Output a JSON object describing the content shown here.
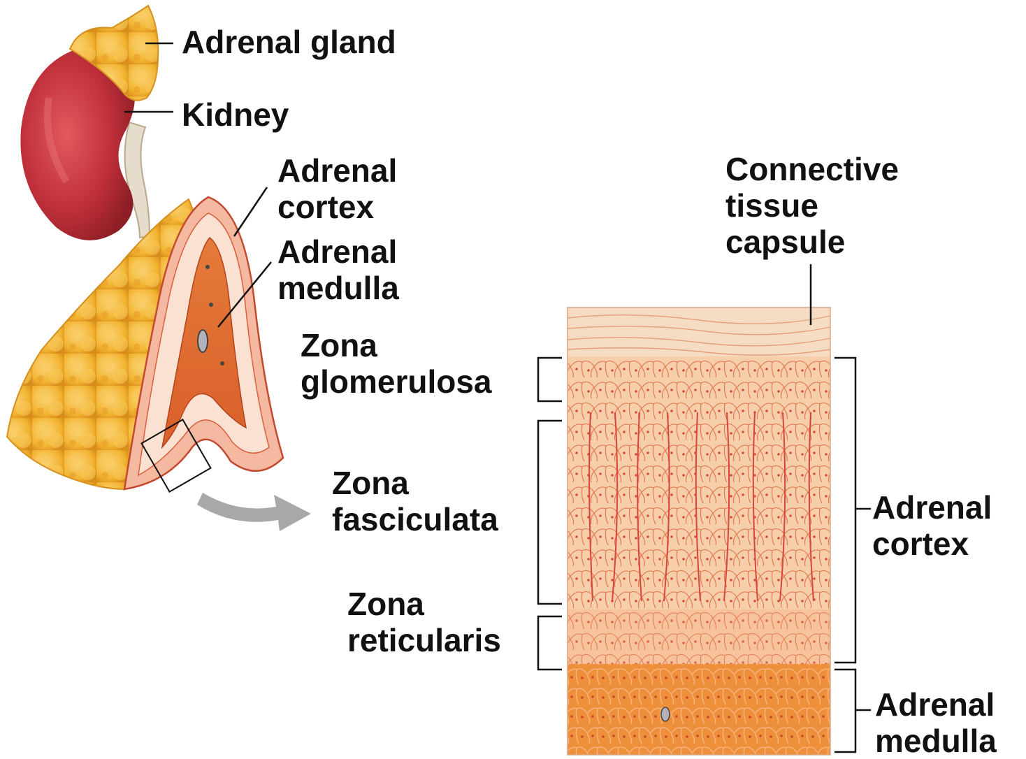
{
  "labels": {
    "adrenal_gland": "Adrenal gland",
    "kidney": "Kidney",
    "adrenal_cortex_left": [
      "Adrenal",
      "cortex"
    ],
    "adrenal_medulla_left": [
      "Adrenal",
      "medulla"
    ],
    "connective_tissue_capsule": [
      "Connective",
      "tissue",
      "capsule"
    ],
    "zona_glomerulosa": [
      "Zona",
      "glomerulosa"
    ],
    "zona_fasciculata": [
      "Zona",
      "fasciculata"
    ],
    "zona_reticularis": [
      "Zona",
      "reticularis"
    ],
    "adrenal_cortex_right": [
      "Adrenal",
      "cortex"
    ],
    "adrenal_medulla_right": [
      "Adrenal",
      "medulla"
    ]
  },
  "colors": {
    "kidney": "#c0303a",
    "adrenal_gland": "#f2b431",
    "cortex_layer": "#f6c9a6",
    "medulla_core": "#e06f2c",
    "capsule": "#f7dcc4",
    "tissue_cells": "#f6c7a0",
    "medulla_tissue": "#ee8f3c",
    "vessel": "#d8453a",
    "arrow": "#a8a8a8",
    "leader_line": "#111111"
  }
}
